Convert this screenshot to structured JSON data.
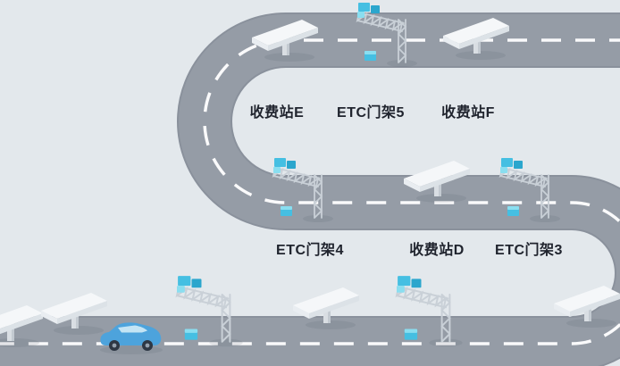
{
  "labels": [
    {
      "id": "toll-station-e",
      "text": "收费站E"
    },
    {
      "id": "etc-gantry-5",
      "text": "ETC门架5"
    },
    {
      "id": "toll-station-f",
      "text": "收费站F"
    },
    {
      "id": "etc-gantry-4",
      "text": "ETC门架4"
    },
    {
      "id": "toll-station-d",
      "text": "收费站D"
    },
    {
      "id": "etc-gantry-3",
      "text": "ETC门架3"
    }
  ],
  "structures": [
    {
      "type": "toll-canopy",
      "name": "toll-station-e",
      "road": "top"
    },
    {
      "type": "etc-gantry",
      "name": "etc-gantry-5",
      "road": "top"
    },
    {
      "type": "toll-canopy",
      "name": "toll-station-f",
      "road": "top"
    },
    {
      "type": "etc-gantry",
      "name": "etc-gantry-4",
      "road": "middle"
    },
    {
      "type": "toll-canopy",
      "name": "toll-station-d",
      "road": "middle"
    },
    {
      "type": "etc-gantry",
      "name": "etc-gantry-3",
      "road": "middle"
    },
    {
      "type": "toll-canopy",
      "name": "toll-canopy-bottom-left-outer",
      "road": "bottom"
    },
    {
      "type": "toll-canopy",
      "name": "toll-canopy-bottom-left",
      "road": "bottom"
    },
    {
      "type": "car",
      "name": "blue-car",
      "road": "bottom"
    },
    {
      "type": "etc-gantry",
      "name": "etc-gantry-bottom-1",
      "road": "bottom"
    },
    {
      "type": "toll-canopy",
      "name": "toll-canopy-bottom-middle",
      "road": "bottom"
    },
    {
      "type": "etc-gantry",
      "name": "etc-gantry-bottom-2",
      "road": "bottom"
    },
    {
      "type": "toll-canopy",
      "name": "toll-canopy-bottom-right",
      "road": "bottom"
    }
  ],
  "colors": {
    "background": "#e3e8ec",
    "road": "#959ca6",
    "road_edge": "#8a919c",
    "lane_marking": "#ffffff",
    "canopy": "#f5f7f9",
    "gantry_truss": "#c9d0d7",
    "equipment_teal": "#45bfe2",
    "equipment_teal_dark": "#2ba6cd",
    "equipment_teal_light": "#8adef0",
    "car_blue": "#4da3dc",
    "label_text": "#20242e"
  }
}
